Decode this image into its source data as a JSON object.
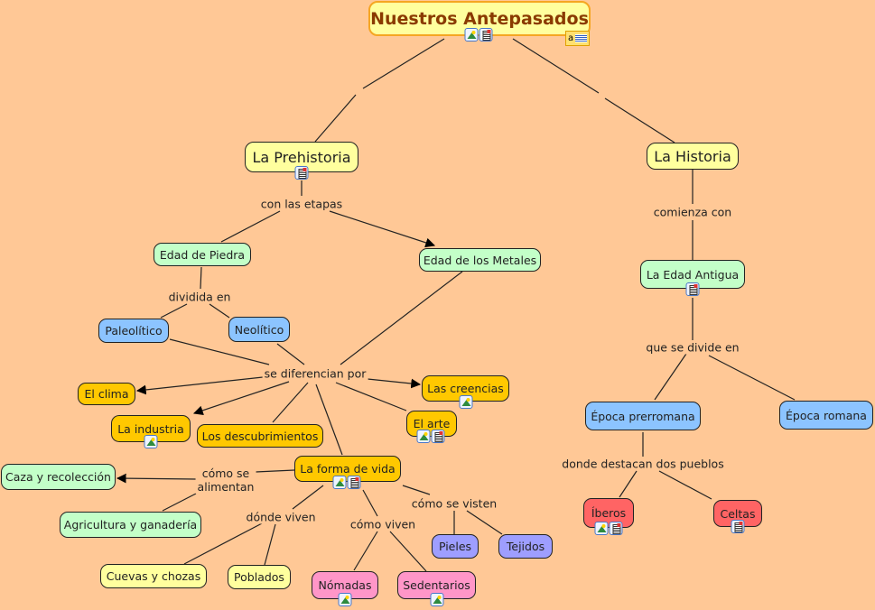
{
  "title": "Nuestros Antepasados",
  "colors": {
    "background": "#ffc896",
    "title_border": "#f5a623",
    "title_text": "#8a3a00",
    "yellow": "#ffff9e",
    "green": "#c3ffc8",
    "blue": "#8cc4ff",
    "gold": "#ffc800",
    "pink": "#ff96c8",
    "violet": "#9e9eff",
    "red": "#ff6464"
  },
  "nodes": {
    "root": {
      "label": "Nuestros Antepasados",
      "resources": [
        "image-icon",
        "document-icon"
      ],
      "note_icon": "annotation-icon"
    },
    "prehistoria": {
      "label": "La Prehistoria",
      "resources": [
        "document-icon"
      ]
    },
    "historia": {
      "label": "La Historia",
      "resources": []
    },
    "edad_piedra": {
      "label": "Edad de Piedra",
      "resources": []
    },
    "edad_metales": {
      "label": "Edad de los Metales",
      "resources": []
    },
    "paleolitico": {
      "label": "Paleolítico",
      "resources": []
    },
    "neolitico": {
      "label": "Neolítico",
      "resources": []
    },
    "clima": {
      "label": "El clima",
      "resources": []
    },
    "industria": {
      "label": "La industria",
      "resources": [
        "image-icon"
      ]
    },
    "descubrimientos": {
      "label": "Los descubrimientos",
      "resources": []
    },
    "creencias": {
      "label": "Las creencias",
      "resources": [
        "image-icon"
      ]
    },
    "arte": {
      "label": "El arte",
      "resources": [
        "image-icon",
        "document-icon"
      ]
    },
    "forma_vida": {
      "label": "La forma de vida",
      "resources": [
        "image-icon",
        "document-icon"
      ]
    },
    "caza": {
      "label": "Caza y recolección",
      "resources": []
    },
    "agricultura": {
      "label": "Agricultura y ganadería",
      "resources": []
    },
    "cuevas": {
      "label": "Cuevas y chozas",
      "resources": []
    },
    "poblados": {
      "label": "Poblados",
      "resources": []
    },
    "nomadas": {
      "label": "Nómadas",
      "resources": [
        "image-icon"
      ]
    },
    "sedentarios": {
      "label": "Sedentarios",
      "resources": [
        "image-icon"
      ]
    },
    "pieles": {
      "label": "Pieles",
      "resources": []
    },
    "tejidos": {
      "label": "Tejidos",
      "resources": []
    },
    "edad_antigua": {
      "label": "La Edad Antigua",
      "resources": [
        "document-icon"
      ]
    },
    "prerromana": {
      "label": "Época prerromana",
      "resources": []
    },
    "romana": {
      "label": "Época romana",
      "resources": []
    },
    "iberos": {
      "label": "Íberos",
      "resources": [
        "image-icon",
        "document-icon"
      ]
    },
    "celtas": {
      "label": "Celtas",
      "resources": [
        "document-icon"
      ]
    }
  },
  "linking_phrases": {
    "root_left": "",
    "root_right": "",
    "con_las_etapas": "con las etapas",
    "comienza_con": "comienza con",
    "dividida_en": "dividida en",
    "se_diferencian_por": "se diferencian por",
    "que_se_divide_en": "que se divide en",
    "como_se_alimentan": "cómo se\nalimentan",
    "donde_viven": "dónde viven",
    "como_viven": "cómo viven",
    "como_se_visten": "cómo se visten",
    "donde_destacan": "donde destacan dos pueblos"
  },
  "note": {
    "label": "a"
  }
}
